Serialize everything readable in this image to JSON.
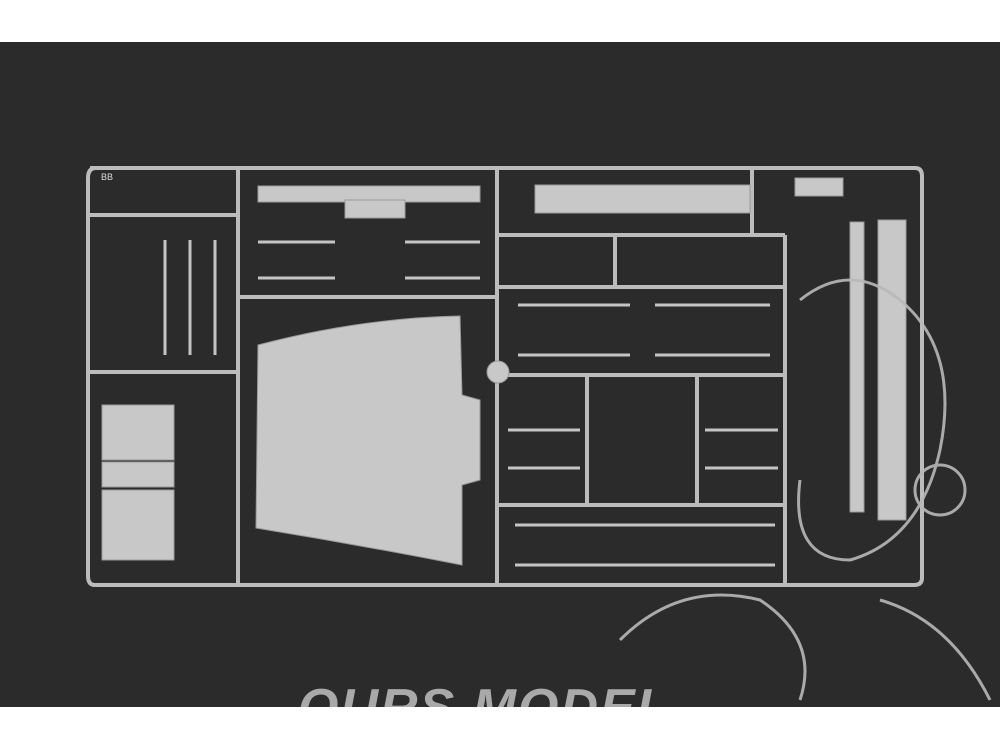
{
  "photo": {
    "subject": "model-kit-sprue",
    "background_color": "#2b2b2b",
    "plastic_color": "#bdbdbd",
    "sprue_letter": "BB",
    "watermark": "OURS MODEL"
  }
}
